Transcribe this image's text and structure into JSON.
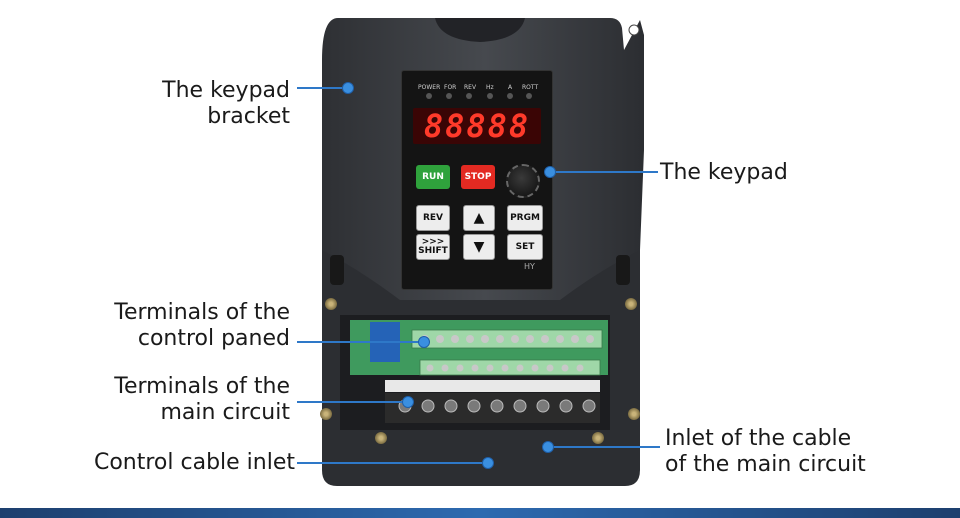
{
  "callouts": {
    "keypad_bracket": "The keypad\nbracket",
    "keypad": "The keypad",
    "control_terminals": "Terminals of the\ncontrol paned",
    "main_terminals": "Terminals of the\nmain circuit",
    "control_inlet": "Control cable inlet",
    "main_inlet": "Inlet of the cable\nof the main circuit"
  },
  "keypad": {
    "indicators": [
      "POWER",
      "FOR",
      "REV",
      "Hz",
      "A",
      "ROTT"
    ],
    "display": "88888",
    "run": "RUN",
    "stop": "STOP",
    "rev": "REV",
    "prgm": "PRGM",
    "shift": "SHIFT",
    "shift_arrows": ">>>",
    "set": "SET",
    "up": "▲",
    "down": "▼",
    "brand": "HY"
  },
  "colors": {
    "callout": "#2e78c8",
    "run_button": "#2fa23c",
    "stop_button": "#e32a22",
    "display_digits": "#ff3a2a",
    "housing": "#3b3d41"
  }
}
